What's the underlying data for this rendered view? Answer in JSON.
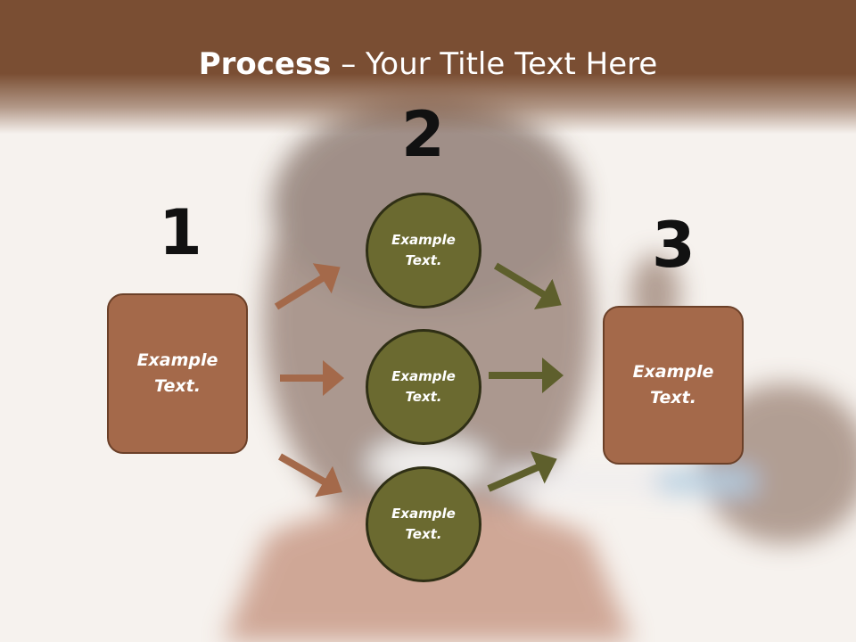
{
  "title": {
    "bold": "Process",
    "rest": " – Your Title Text Here"
  },
  "steps": {
    "n1": "1",
    "n2": "2",
    "n3": "3",
    "left_box": "Example Text.",
    "circle_top": "Example Text.",
    "circle_mid": "Example Text.",
    "circle_bot": "Example Text.",
    "right_box": "Example Text."
  },
  "colors": {
    "header": "#7a4e33",
    "box": "#a4694a",
    "circle": "#6b6a30",
    "arrow_brown": "#a4694a",
    "arrow_olive": "#5e5f2c"
  }
}
